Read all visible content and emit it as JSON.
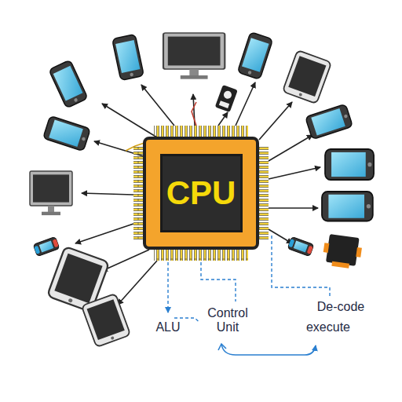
{
  "diagram": {
    "nodes": [
      {
        "text": [
          "CPU"
        ]
      }
    ],
    "labels": [
      "ALU",
      "Control Unit",
      "De-code",
      "execute"
    ]
  }
}
